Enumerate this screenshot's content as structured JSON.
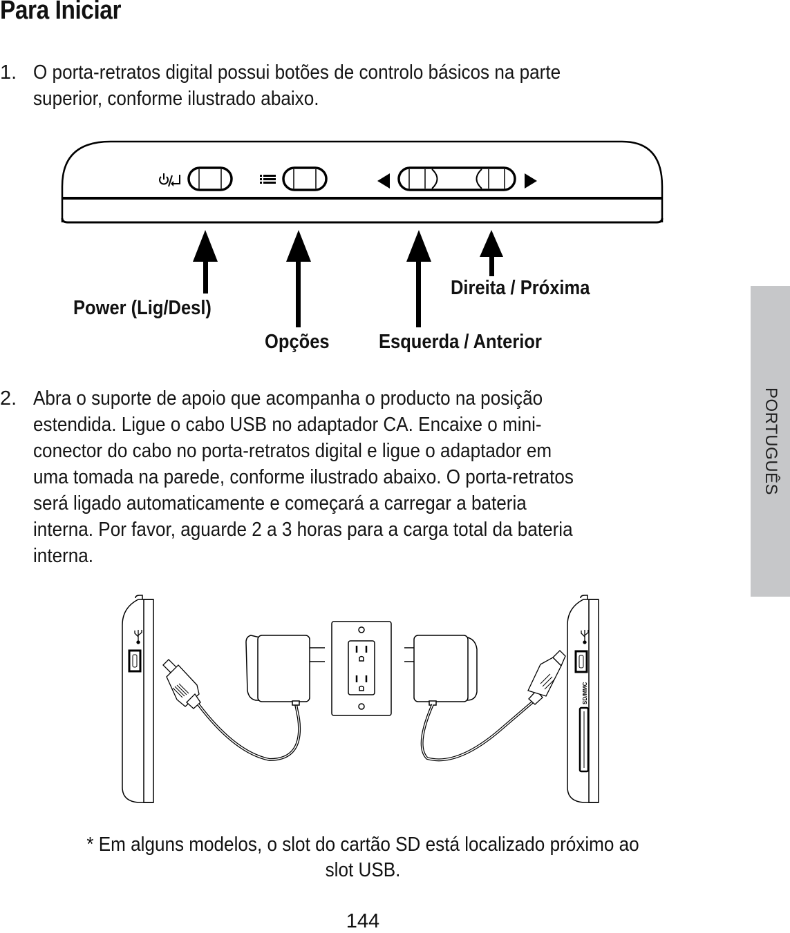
{
  "page": {
    "title": "Para Iniciar",
    "page_number": "144",
    "language_tab": "PORTUGUÊS"
  },
  "steps": [
    {
      "number": "1.",
      "lines": [
        "O porta-retratos digital possui botões de controlo básicos na parte",
        "superior, conforme ilustrado abaixo."
      ]
    },
    {
      "number": "2.",
      "lines": [
        "Abra o suporte de apoio que acompanha o producto na posição",
        "estendida. Ligue o cabo USB no adaptador CA.  Encaixe o mini-",
        "conector do cabo no porta-retratos digital e ligue o adaptador em",
        "uma tomada na parede, conforme ilustrado abaixo. O porta-retratos",
        "será ligado automaticamente e começará a carregar a bateria",
        "interna. Por favor, aguarde 2 a 3 horas para a carga total da bateria",
        "interna."
      ]
    }
  ],
  "figure_buttons": {
    "icons": [
      "power-enter-icon",
      "menu-list-icon",
      "left-arrow-icon",
      "right-arrow-icon"
    ],
    "labels": {
      "power": "Power (Lig/Desl)",
      "options": "Opções",
      "left_previous": "Esquerda / Anterior",
      "right_next": "Direita / Próxima"
    }
  },
  "figure_connection": {
    "sd_slot_label": "SD/MMC",
    "icons": [
      "usb-icon",
      "mini-usb-port-icon",
      "ac-adapter-icon",
      "wall-outlet-icon",
      "usb-plug-icon",
      "sd-card-slot-icon"
    ]
  },
  "note": {
    "lines": [
      "* Em alguns modelos, o slot do cartão SD está localizado próximo ao",
      "slot USB."
    ]
  },
  "colors": {
    "text": "#111111",
    "tab_background": "#c6c7c9",
    "background": "#ffffff"
  }
}
